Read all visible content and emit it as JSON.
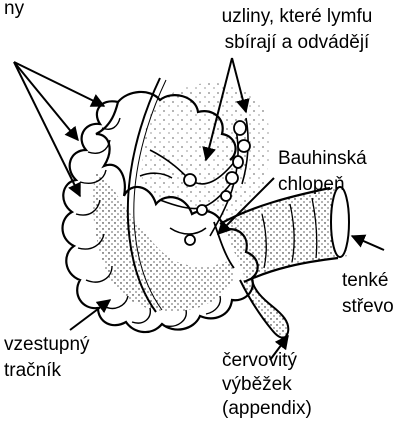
{
  "labels": {
    "top_cut": "ny",
    "nodes": [
      "uzliny, které lymfu",
      "sbírají a odvádějí"
    ],
    "valve": [
      "Bauhinská",
      "chlopeň"
    ],
    "small_intestine": [
      "tenké",
      "střevo"
    ],
    "ascending_colon": [
      "vzestupný",
      "tračník"
    ],
    "appendix": [
      "červovitý",
      "výběžek",
      "(appendix)"
    ]
  }
}
